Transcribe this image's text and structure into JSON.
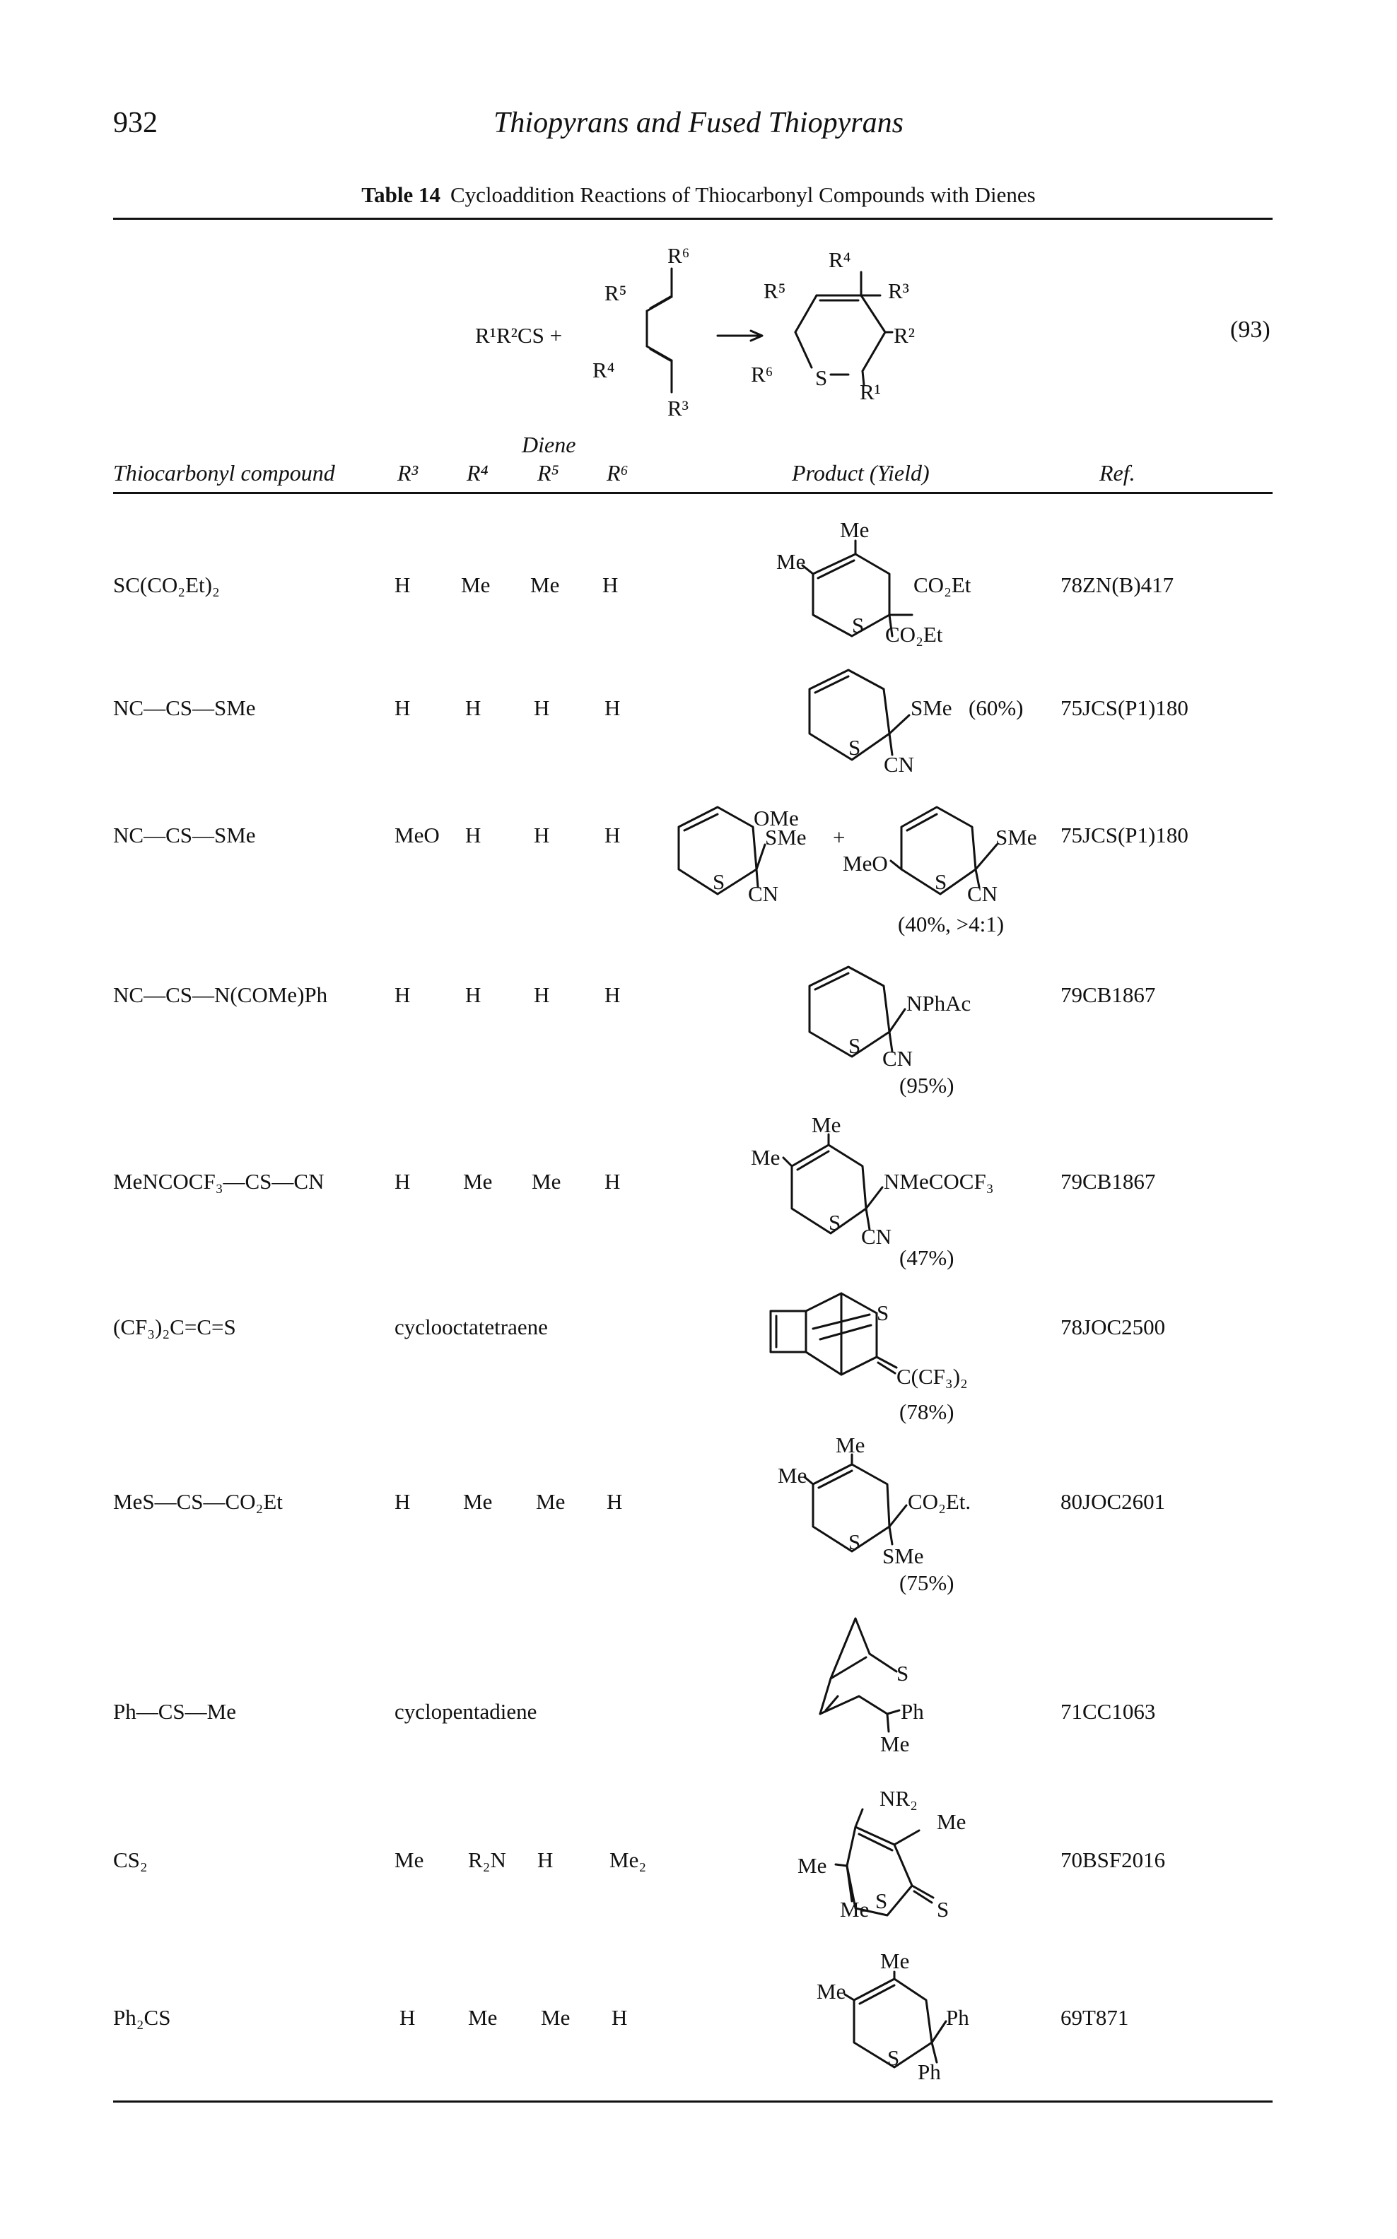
{
  "page": {
    "number": "932",
    "running_title": "Thiopyrans and Fused Thiopyrans",
    "caption_label": "Table 14",
    "caption_text": "Cycloaddition Reactions of Thiocarbonyl Compounds with Dienes"
  },
  "scheme": {
    "reactant": "R¹R²CS +",
    "equation_number": "(93)"
  },
  "columns": {
    "compound": "Thiocarbonyl compound",
    "diene_group": "Diene",
    "r3": "R³",
    "r4": "R⁴",
    "r5": "R⁵",
    "r6": "R⁶",
    "product": "Product (Yield)",
    "ref": "Ref."
  },
  "rows": [
    {
      "compound": "SC(CO₂Et)₂",
      "r3": "H",
      "r4": "Me",
      "r5": "Me",
      "r6": "H",
      "yield": "",
      "ref": "78ZN(B)417"
    },
    {
      "compound": "NC—CS—SMe",
      "r3": "H",
      "r4": "H",
      "r5": "H",
      "r6": "H",
      "yield": "(60%)",
      "ref": "75JCS(P1)180"
    },
    {
      "compound": "NC—CS—SMe",
      "r3": "MeO",
      "r4": "H",
      "r5": "H",
      "r6": "H",
      "yield": "(40%, >4:1)",
      "ref": "75JCS(P1)180"
    },
    {
      "compound": "NC—CS—N(COMe)Ph",
      "r3": "H",
      "r4": "H",
      "r5": "H",
      "r6": "H",
      "yield": "(95%)",
      "ref": "79CB1867"
    },
    {
      "compound": "MeNCOCF₃—CS—CN",
      "r3": "H",
      "r4": "Me",
      "r5": "Me",
      "r6": "H",
      "yield": "(47%)",
      "ref": "79CB1867"
    },
    {
      "compound": "(CF₃)₂C=C=S",
      "diene": "cyclooctatetraene",
      "yield": "(78%)",
      "ref": "78JOC2500"
    },
    {
      "compound": "MeS—CS—CO₂Et",
      "r3": "H",
      "r4": "Me",
      "r5": "Me",
      "r6": "H",
      "yield": "(75%)",
      "ref": "80JOC2601"
    },
    {
      "compound": "Ph—CS—Me",
      "diene": "cyclopentadiene",
      "yield": "",
      "ref": "71CC1063"
    },
    {
      "compound": "CS₂",
      "r3": "Me",
      "r4": "R₂N",
      "r5": "H",
      "r6": "Me₂",
      "yield": "",
      "ref": "70BSF2016"
    },
    {
      "compound": "Ph₂CS",
      "r3": "H",
      "r4": "Me",
      "r5": "Me",
      "r6": "H",
      "yield": "",
      "ref": "69T871"
    }
  ]
}
